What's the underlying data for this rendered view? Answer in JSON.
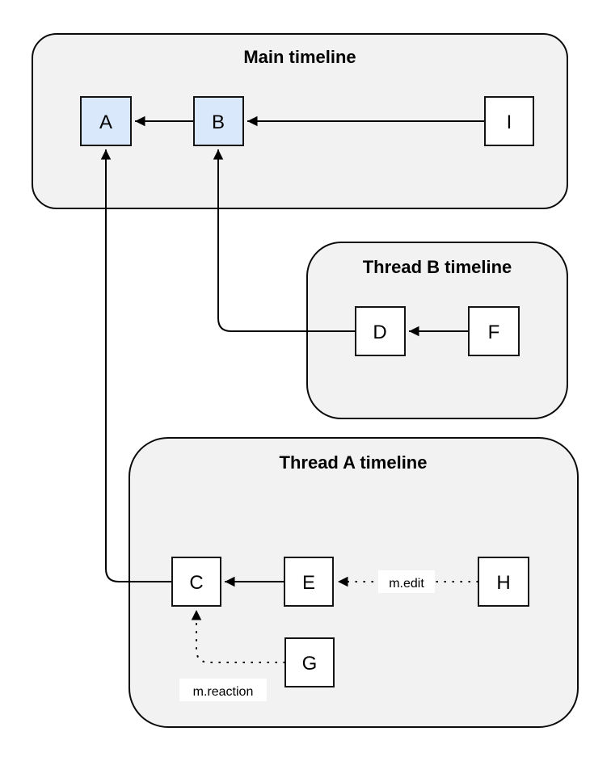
{
  "panels": [
    {
      "id": "main",
      "title": "Main timeline"
    },
    {
      "id": "thread-b",
      "title": "Thread B timeline"
    },
    {
      "id": "thread-a",
      "title": "Thread A timeline"
    }
  ],
  "nodes": [
    {
      "id": "A",
      "label": "A",
      "timeline": "main",
      "highlighted": true
    },
    {
      "id": "B",
      "label": "B",
      "timeline": "main",
      "highlighted": true
    },
    {
      "id": "I",
      "label": "I",
      "timeline": "main",
      "highlighted": false
    },
    {
      "id": "D",
      "label": "D",
      "timeline": "thread-b",
      "highlighted": false
    },
    {
      "id": "F",
      "label": "F",
      "timeline": "thread-b",
      "highlighted": false
    },
    {
      "id": "C",
      "label": "C",
      "timeline": "thread-a",
      "highlighted": false
    },
    {
      "id": "E",
      "label": "E",
      "timeline": "thread-a",
      "highlighted": false
    },
    {
      "id": "H",
      "label": "H",
      "timeline": "thread-a",
      "highlighted": false
    },
    {
      "id": "G",
      "label": "G",
      "timeline": "thread-a",
      "highlighted": false
    }
  ],
  "edges": [
    {
      "from": "B",
      "to": "A",
      "style": "solid",
      "label": ""
    },
    {
      "from": "I",
      "to": "B",
      "style": "solid",
      "label": ""
    },
    {
      "from": "D",
      "to": "B",
      "style": "solid",
      "label": ""
    },
    {
      "from": "F",
      "to": "D",
      "style": "solid",
      "label": ""
    },
    {
      "from": "C",
      "to": "A",
      "style": "solid",
      "label": ""
    },
    {
      "from": "E",
      "to": "C",
      "style": "solid",
      "label": ""
    },
    {
      "from": "H",
      "to": "E",
      "style": "dotted",
      "label": "m.edit"
    },
    {
      "from": "G",
      "to": "C",
      "style": "dotted",
      "label": "m.reaction"
    }
  ],
  "colors": {
    "canvas": "#ffffff",
    "panel_fill": "#f2f2f2",
    "panel_stroke": "#0b0b0b",
    "node_fill": "#ffffff",
    "node_highlight_fill": "#dae8fc",
    "node_stroke": "#141414",
    "edge": "#000000",
    "label_bg": "#ffffff",
    "text": "#000000"
  }
}
